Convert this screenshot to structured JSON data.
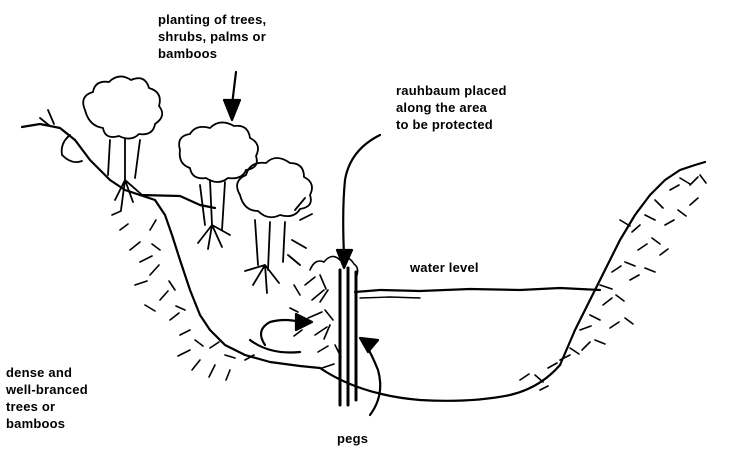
{
  "labels": {
    "planting": {
      "line1": "planting of trees,",
      "line2": "shrubs, palms or",
      "line3": "bamboos"
    },
    "rauhbaum": {
      "line1": "rauhbaum placed",
      "line2": "along the area",
      "line3": "to be protected"
    },
    "water_level": "water level",
    "dense": {
      "line1": "dense and",
      "line2": "well-branced",
      "line3": "trees or",
      "line4": "bamboos"
    },
    "pegs": "pegs"
  }
}
